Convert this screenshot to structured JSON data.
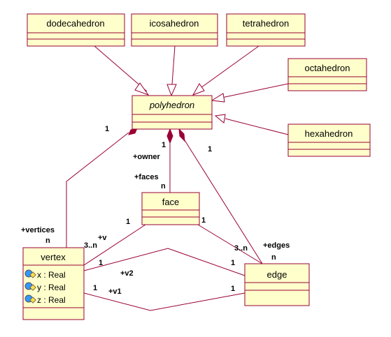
{
  "classes": {
    "dodecahedron": "dodecahedron",
    "icosahedron": "icosahedron",
    "tetrahedron": "tetrahedron",
    "octahedron": "octahedron",
    "hexahedron": "hexahedron",
    "polyhedron": "polyhedron",
    "face": "face",
    "vertex": "vertex",
    "edge": "edge"
  },
  "vertex_attributes": [
    "x : Real",
    "y : Real",
    "z : Real"
  ],
  "labels": {
    "poly_vertex_mult": "1",
    "poly_face_mult": "1",
    "poly_edge_mult": "1",
    "face_owner_role": "+owner",
    "face_faces_role": "+faces",
    "face_faces_mult": "n",
    "vertices_role": "+vertices",
    "vertices_mult": "n",
    "face_vertex_mult": "1",
    "v_role": "+v",
    "v_mult": "3..n",
    "face_edge_mult": "1",
    "edge_face_mult": "3..n",
    "edges_role": "+edges",
    "edges_mult": "n",
    "v2_vertex_mult": "1",
    "v2_role": "+v2",
    "v2_edge_mult": "1",
    "v1_vertex_mult": "1",
    "v1_role": "+v1",
    "v1_edge_mult": "1"
  },
  "colors": {
    "class_fill": "#ffffcc",
    "line": "#990033",
    "attribute_icon": "#3399ff"
  },
  "icons": {
    "attribute": "public-attribute-icon"
  }
}
